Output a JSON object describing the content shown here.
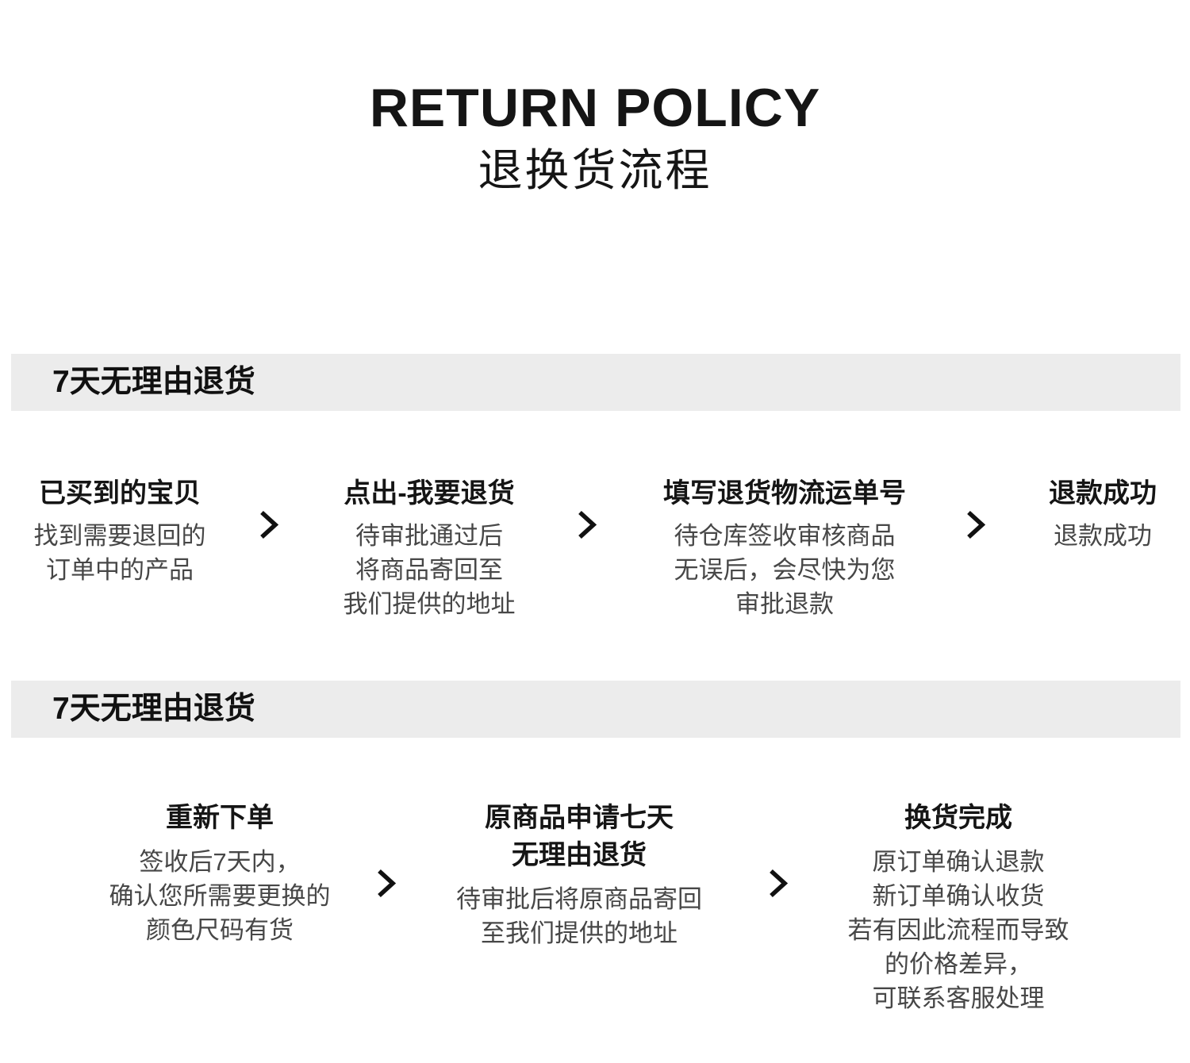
{
  "page": {
    "title_en": "RETURN POLICY",
    "title_zh": "退换货流程"
  },
  "colors": {
    "background": "#ffffff",
    "band_background": "#ececec",
    "title_text": "#151515",
    "body_text": "#474747",
    "arrow": "#111111"
  },
  "icons": {
    "step_separator": "chevron-right-icon"
  },
  "sections": [
    {
      "header": "7天无理由退货",
      "steps": [
        {
          "title": "已买到的宝贝",
          "body": "找到需要退回的\n订单中的产品"
        },
        {
          "title": "点出-我要退货",
          "body": "待审批通过后\n将商品寄回至\n我们提供的地址"
        },
        {
          "title": "填写退货物流运单号",
          "body": "待仓库签收审核商品\n无误后，会尽快为您\n审批退款"
        },
        {
          "title": "退款成功",
          "body": "退款成功"
        }
      ]
    },
    {
      "header": "7天无理由退货",
      "steps": [
        {
          "title": "重新下单",
          "body": "签收后7天内，\n确认您所需要更换的\n颜色尺码有货"
        },
        {
          "title": "原商品申请七天\n无理由退货",
          "body": "待审批后将原商品寄回\n至我们提供的地址"
        },
        {
          "title": "换货完成",
          "body": "原订单确认退款\n新订单确认收货\n若有因此流程而导致\n的价格差异，\n可联系客服处理"
        }
      ]
    }
  ]
}
